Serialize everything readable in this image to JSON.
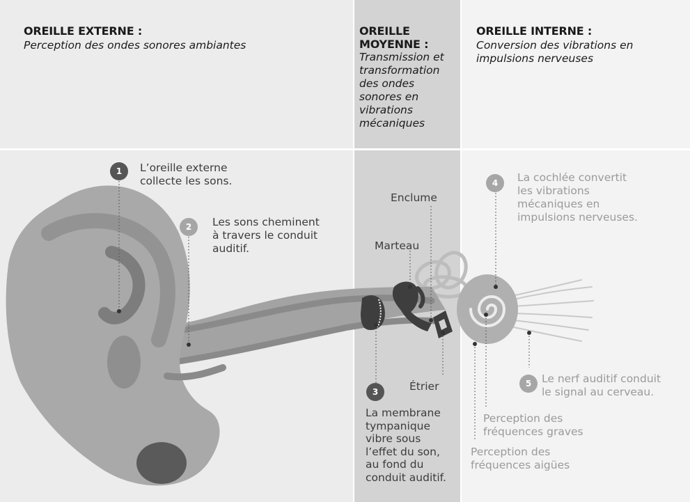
{
  "headers": {
    "outer": {
      "title": "OREILLE EXTERNE :",
      "subtitle": "Perception des ondes sonores ambiantes"
    },
    "middle": {
      "title_line1": "OREILLE",
      "title_line2": "MOYENNE :",
      "subtitle_lines": [
        "Transmission et",
        "transformation",
        "des ondes",
        "sonores en",
        "vibrations",
        "mécaniques"
      ]
    },
    "inner": {
      "title": "OREILLE INTERNE :",
      "subtitle_lines": [
        "Conversion des vibrations en",
        "impulsions nerveuses"
      ]
    }
  },
  "steps": [
    {
      "number": "1",
      "lines": [
        "L’oreille externe",
        "collecte les sons."
      ]
    },
    {
      "number": "2",
      "lines": [
        "Les sons cheminent",
        "à travers le conduit",
        "auditif."
      ]
    },
    {
      "number": "3",
      "lines": [
        "La membrane",
        "tympanique",
        "vibre sous",
        "l’effet du son,",
        "au fond du",
        "conduit auditif."
      ]
    },
    {
      "number": "4",
      "lines": [
        "La cochlée convertit",
        "les vibrations",
        "mécaniques en",
        "impulsions nerveuses."
      ]
    },
    {
      "number": "5",
      "lines": [
        "Le nerf auditif conduit",
        "le signal au cerveau."
      ]
    }
  ],
  "labels": {
    "enclume": "Enclume",
    "marteau": "Marteau",
    "etrier": "Étrier",
    "graves": [
      "Perception des",
      "fréquences graves"
    ],
    "aigues": [
      "Perception des",
      "fréquences aigües"
    ]
  },
  "colors": {
    "outer_bg": "#ececec",
    "middle_bg": "#d3d3d3",
    "inner_bg": "#f3f3f3",
    "ear_fill": "#a9a9a9",
    "ear_shadow": "#939393",
    "ear_dark": "#5a5a5a",
    "ossicle": "#404040",
    "dark_badge": "#555555",
    "light_badge": "#a6a6a6"
  }
}
